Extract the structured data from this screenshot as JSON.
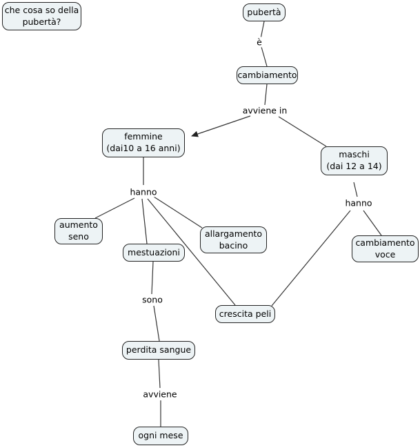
{
  "title": "concept map: che cosa so della pubertà?",
  "colors": {
    "background": "#ffffff",
    "node_fill": "#edf3f5",
    "node_border": "#222222",
    "line": "#333333",
    "text": "#000000"
  },
  "nodes": {
    "question": {
      "label": "che cosa so della\npubertà?"
    },
    "puberta": {
      "label": "pubertà"
    },
    "cambiamento": {
      "label": "cambiamento"
    },
    "femmine": {
      "label": "femmine\n(dai10 a 16 anni)"
    },
    "maschi": {
      "label": "maschi\n(dai 12 a 14)"
    },
    "aumento_seno": {
      "label": "aumento\nseno"
    },
    "mestuazioni": {
      "label": "mestuazioni"
    },
    "allargamento_bacino": {
      "label": "allargamento\nbacino"
    },
    "cambiamento_voce": {
      "label": "cambiamento\nvoce"
    },
    "crescita_peli": {
      "label": "crescita peli"
    },
    "perdita_sangue": {
      "label": "perdita sangue"
    },
    "ogni_mese": {
      "label": "ogni mese"
    }
  },
  "link_labels": {
    "e": "è",
    "avviene_in": "avviene in",
    "hanno_left": "hanno",
    "hanno_right": "hanno",
    "sono": "sono",
    "avviene": "avviene"
  }
}
